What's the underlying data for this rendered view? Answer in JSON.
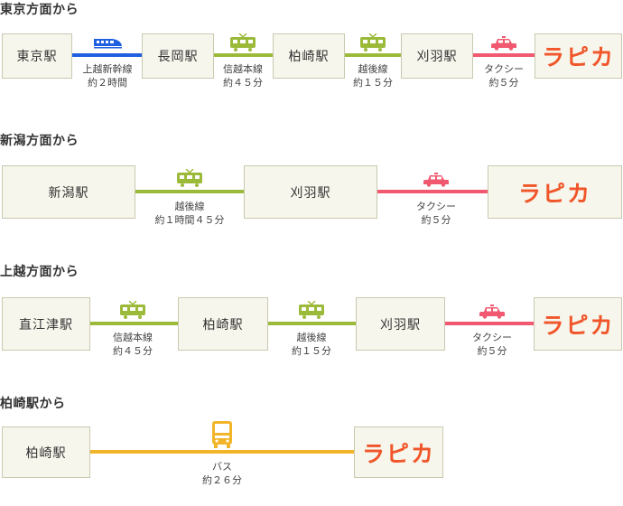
{
  "sections": [
    {
      "title": "東京方面から",
      "stations": [
        "東京駅",
        "長岡駅",
        "柏崎駅",
        "刈羽駅"
      ],
      "destination": "ラピカ",
      "segments": [
        {
          "icon": "bullet-train-icon",
          "line": "上越新幹線",
          "time": "約２時間"
        },
        {
          "icon": "train-icon",
          "line": "信越本線",
          "time": "約４５分"
        },
        {
          "icon": "train-icon",
          "line": "越後線",
          "time": "約１５分"
        },
        {
          "icon": "taxi-icon",
          "line": "タクシー",
          "time": "約５分"
        }
      ]
    },
    {
      "title": "新潟方面から",
      "stations": [
        "新潟駅",
        "刈羽駅"
      ],
      "destination": "ラピカ",
      "segments": [
        {
          "icon": "train-icon",
          "line": "越後線",
          "time": "約１時間４５分"
        },
        {
          "icon": "taxi-icon",
          "line": "タクシー",
          "time": "約５分"
        }
      ]
    },
    {
      "title": "上越方面から",
      "stations": [
        "直江津駅",
        "柏崎駅",
        "刈羽駅"
      ],
      "destination": "ラピカ",
      "segments": [
        {
          "icon": "train-icon",
          "line": "信越本線",
          "time": "約４５分"
        },
        {
          "icon": "train-icon",
          "line": "越後線",
          "time": "約１５分"
        },
        {
          "icon": "taxi-icon",
          "line": "タクシー",
          "time": "約５分"
        }
      ]
    },
    {
      "title": "柏崎駅から",
      "stations": [
        "柏崎駅"
      ],
      "destination": "ラピカ",
      "segments": [
        {
          "icon": "bus-icon",
          "line": "バス",
          "time": "約２６分"
        }
      ]
    }
  ],
  "colors": {
    "shinkansen": "#1f5fe0",
    "train": "#9cba3a",
    "taxi": "#f0596f",
    "bus": "#f2b52a",
    "logo": "#f0562a",
    "box_bg": "#f7f6ec",
    "box_border": "#c9c9b0"
  }
}
